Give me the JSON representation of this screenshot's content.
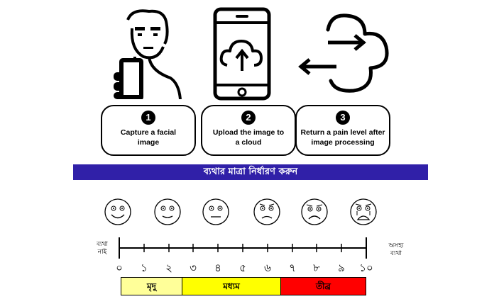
{
  "steps": [
    {
      "number": "1",
      "text": "Capture a facial image"
    },
    {
      "number": "2",
      "text": "Upload the image to a cloud"
    },
    {
      "number": "3",
      "text": "Return a pain level after image processing"
    }
  ],
  "icons": [
    "selfie-person-icon",
    "phone-cloud-upload-icon",
    "cloud-return-arrow-icon"
  ],
  "banner": {
    "text": "ব্যথার মাত্রা নির্ধারণ করুন",
    "color": "#3020a8"
  },
  "scale": {
    "left_label": "ব্যথা নাই",
    "right_label": "অসহ্য ব্যথা",
    "ticks": [
      "০",
      "১",
      "২",
      "৩",
      "৪",
      "৫",
      "৬",
      "৭",
      "৮",
      "৯",
      "১০"
    ]
  },
  "faces": [
    "no-pain-face-icon",
    "mild-pain-face-icon",
    "moderate-pain-face-icon",
    "severe-pain-face-icon",
    "very-severe-pain-face-icon",
    "worst-pain-face-icon"
  ],
  "bands": [
    {
      "label": "মৃদু",
      "color": "#ffff99"
    },
    {
      "label": "মধ্যম",
      "color": "#ffff00"
    },
    {
      "label": "তীব্র",
      "color": "#ff0000"
    }
  ]
}
